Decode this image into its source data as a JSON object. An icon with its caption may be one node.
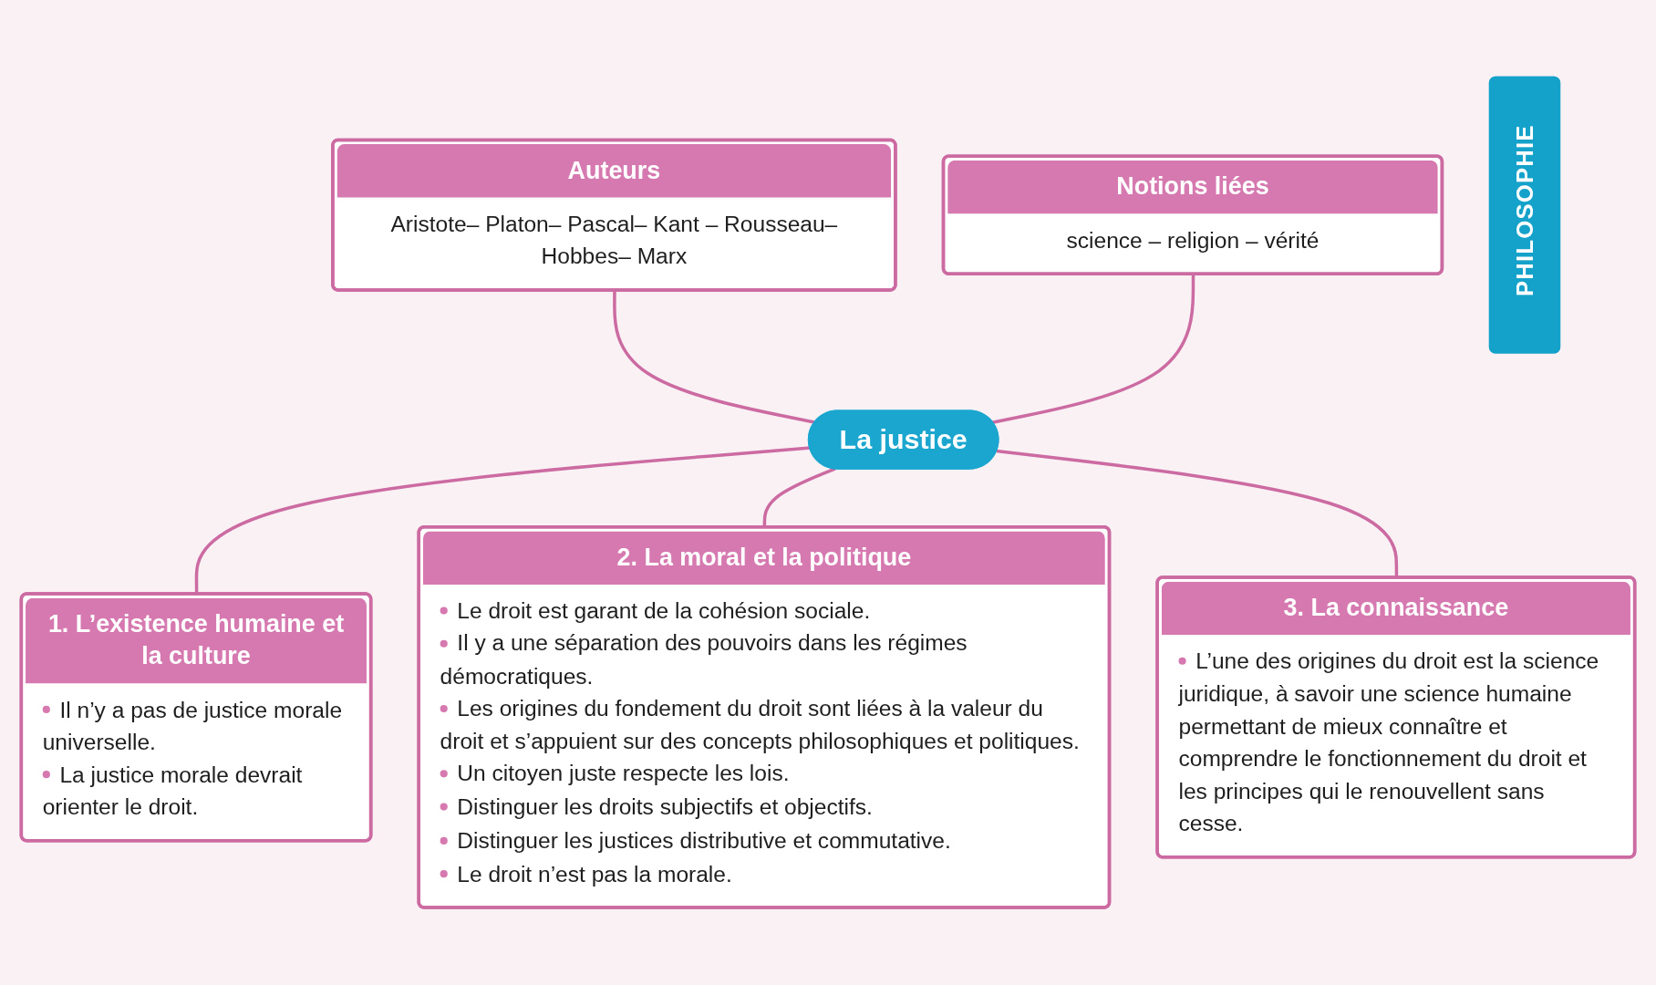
{
  "diagram": {
    "nodes": [
      {
        "text": [
          "Auteurs",
          "Aristote– Platon– Pascal– Kant – Rousseau– Hobbes– Marx"
        ]
      },
      {
        "text": [
          "Notions liées",
          "science – religion – vérité"
        ]
      },
      {
        "text": [
          "La justice"
        ]
      },
      {
        "text": [
          "1. L’existence humaine et la culture",
          "Il n’y a pas de justice morale universelle.",
          "La justice morale devrait orienter le droit."
        ]
      },
      {
        "text": [
          "2. La moral et la politique",
          "Le droit est garant de la cohésion sociale.",
          "Il y a une séparation des pouvoirs dans les régimes démocratiques.",
          "Les origines du fondement du droit sont liées à la valeur du droit et s’appuient sur des concepts philosophiques et politiques.",
          "Un citoyen juste respecte les lois.",
          "Distinguer les droits subjectifs et objectifs.",
          "Distinguer les justices distributive et commutative.",
          "Le droit n’est pas la morale."
        ]
      },
      {
        "text": [
          "3. La connaissance",
          "L’une des origines du droit est la science juridique, à savoir une science humaine permettant de mieux connaître et comprendre le fonctionnement du droit et les principes qui le renouvellent sans cesse."
        ]
      },
      {
        "text": [
          "PHILOSOPHIE"
        ]
      }
    ],
    "edges": [
      {
        "from": 0,
        "to": 2,
        "arrow": "none"
      },
      {
        "from": 1,
        "to": 2,
        "arrow": "none"
      },
      {
        "from": 2,
        "to": 3,
        "arrow": "none"
      },
      {
        "from": 2,
        "to": 4,
        "arrow": "none"
      },
      {
        "from": 2,
        "to": 5,
        "arrow": "none"
      }
    ]
  }
}
